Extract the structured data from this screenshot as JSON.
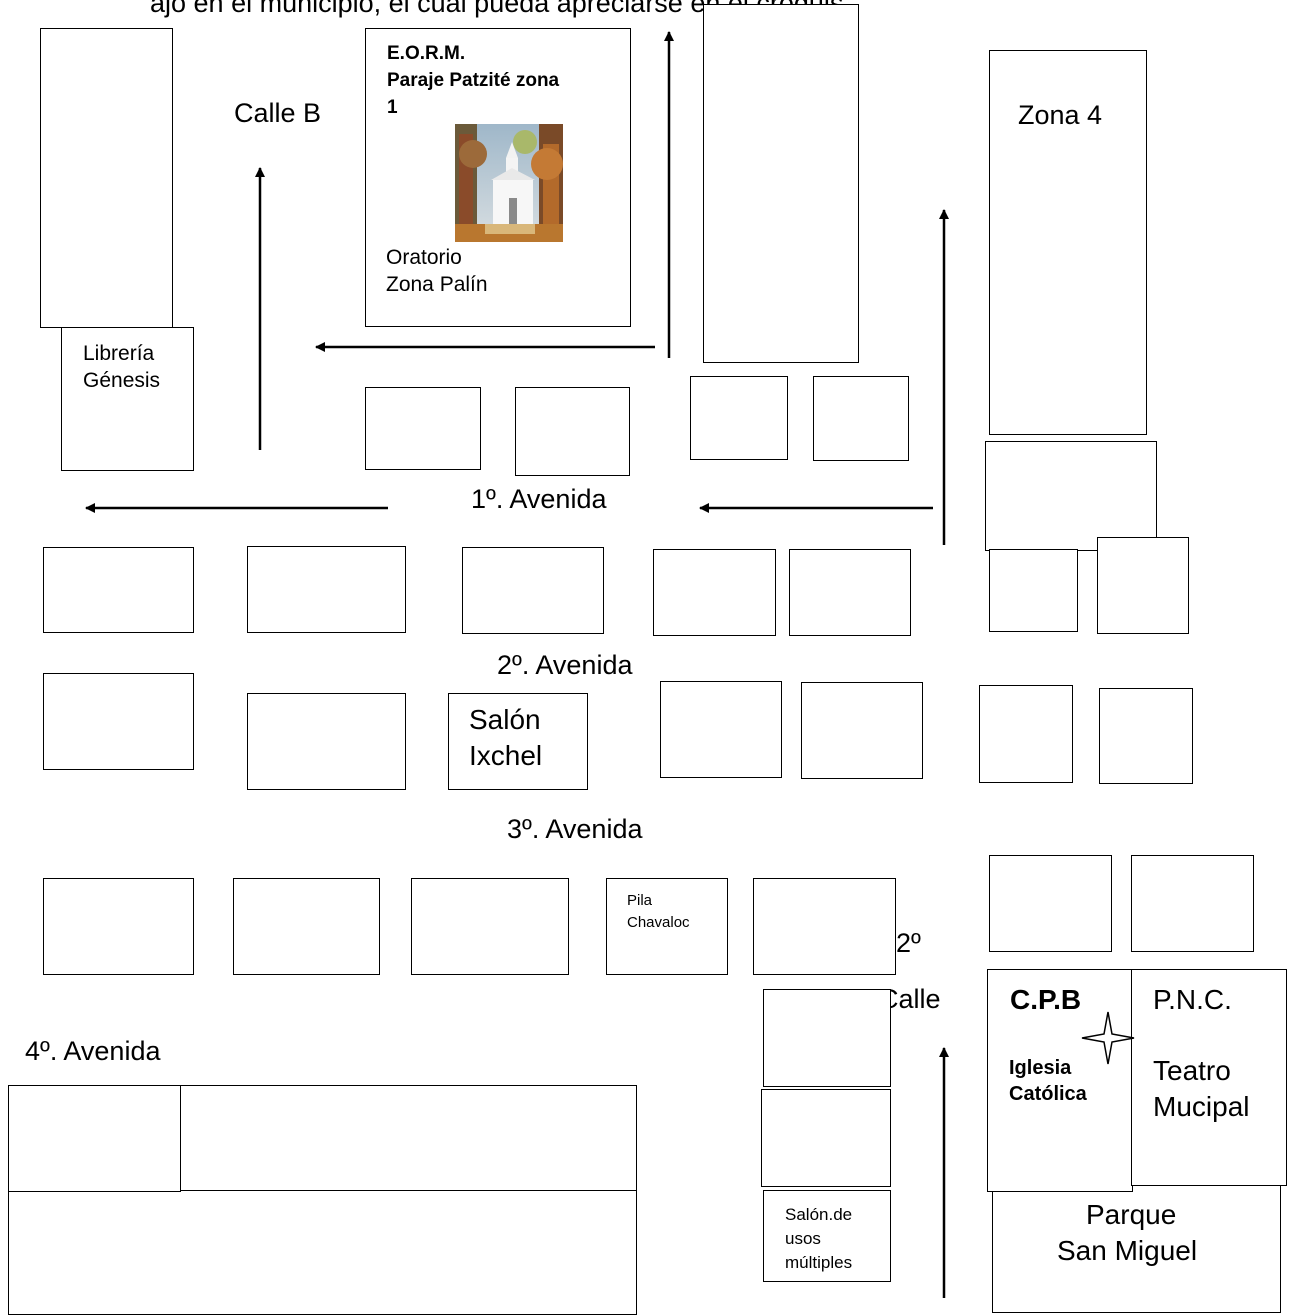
{
  "top_text": "ajo en el municipio, el cual pueda apreciarse en el croquis",
  "streets": {
    "calle_b": "Calle B",
    "avenida_1": "1º. Avenida",
    "avenida_2": "2º. Avenida",
    "avenida_3": "3º. Avenida",
    "avenida_4": "4º. Avenida",
    "calle_2_num": "2º",
    "calle_2_word": "Calle"
  },
  "school": {
    "name_line1": "E.O.R.M.",
    "name_line2": "Paraje Patzité zona",
    "name_line3": "1",
    "oratory_line1": "Oratorio",
    "oratory_line2": "Zona Palín"
  },
  "places": {
    "libreria_line1": "Librería",
    "libreria_line2": "Génesis",
    "zona4": "Zona 4",
    "salon_ixchel_line1": "Salón",
    "salon_ixchel_line2": "Ixchel",
    "pila_line1": "Pila",
    "pila_line2": "Chavaloc",
    "salon_usos_line1": "Salón.de",
    "salon_usos_line2": "usos",
    "salon_usos_line3": "múltiples",
    "cpb": "C.P.B",
    "iglesia_line1": "Iglesia",
    "iglesia_line2": "Católica",
    "pnc": "P.N.C.",
    "teatro_line1": "Teatro",
    "teatro_line2": "Mucipal",
    "parque_line1": "Parque",
    "parque_line2": "San Miguel"
  },
  "icons": {
    "church_picture": "church-illustration",
    "star": "four-point-star-icon"
  }
}
